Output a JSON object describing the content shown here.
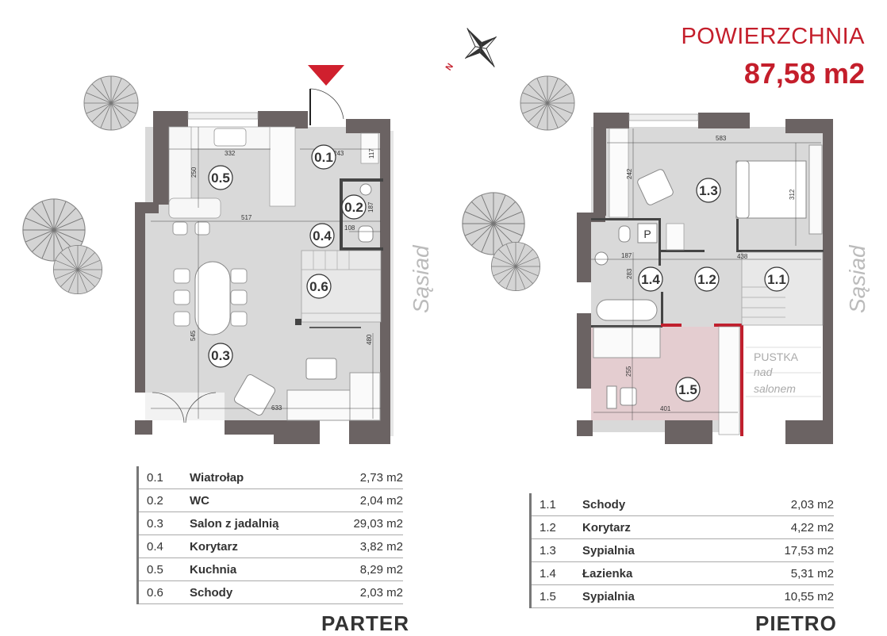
{
  "header": {
    "title": "POWIERZCHNIA",
    "total_area": "87,58 m2"
  },
  "compass": {
    "north_label": "N"
  },
  "colors": {
    "accent": "#c41e2b",
    "wall": "#6b6363",
    "floor": "#d9d9d9",
    "highlight_room": "#e4cdd0"
  },
  "neighbor_label": "Sąsiad",
  "parter": {
    "title": "PARTER",
    "rooms": [
      {
        "no": "0.1",
        "name": "Wiatrołap",
        "area": "2,73 m2"
      },
      {
        "no": "0.2",
        "name": "WC",
        "area": "2,04 m2"
      },
      {
        "no": "0.3",
        "name": "Salon z jadalnią",
        "area": "29,03 m2"
      },
      {
        "no": "0.4",
        "name": "Korytarz",
        "area": "3,82 m2"
      },
      {
        "no": "0.5",
        "name": "Kuchnia",
        "area": "8,29 m2"
      },
      {
        "no": "0.6",
        "name": "Schody",
        "area": "2,03 m2"
      }
    ],
    "dimensions": [
      "332",
      "243",
      "250",
      "117",
      "517",
      "108",
      "187",
      "545",
      "480",
      "633"
    ]
  },
  "pietro": {
    "title": "PIETRO",
    "rooms": [
      {
        "no": "1.1",
        "name": "Schody",
        "area": "2,03 m2"
      },
      {
        "no": "1.2",
        "name": "Korytarz",
        "area": "4,22 m2"
      },
      {
        "no": "1.3",
        "name": "Sypialnia",
        "area": "17,53 m2"
      },
      {
        "no": "1.4",
        "name": "Łazienka",
        "area": "5,31 m2"
      },
      {
        "no": "1.5",
        "name": "Sypialnia",
        "area": "10,55 m2"
      }
    ],
    "dimensions": [
      "583",
      "242",
      "312",
      "187",
      "438",
      "283",
      "255",
      "401"
    ],
    "void_label": {
      "line1": "PUSTKA",
      "line2": "nad",
      "line3": "salonem"
    },
    "bathroom_mark": "P"
  }
}
